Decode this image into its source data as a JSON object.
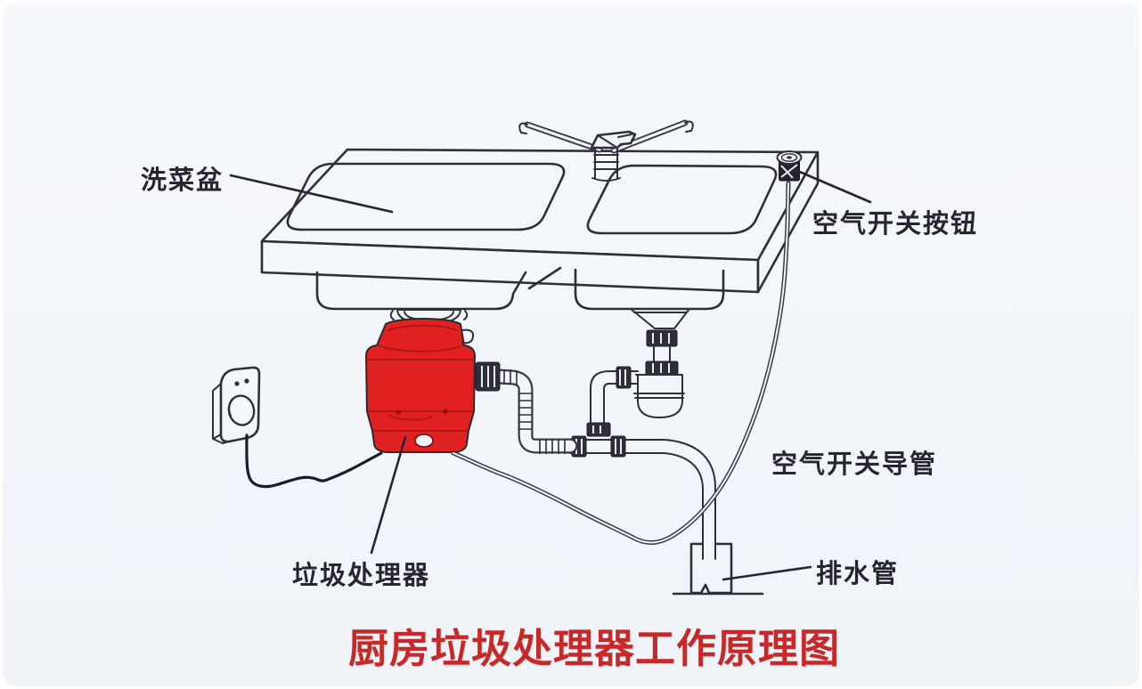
{
  "title": {
    "text": "厨房垃圾处理器工作原理图"
  },
  "labels": {
    "sink_basin": "洗菜盆",
    "air_switch_button": "空气开关按钮",
    "air_switch_conduit": "空气开关导管",
    "drain_pipe": "排水管",
    "garbage_disposer": "垃圾处理器"
  },
  "colors": {
    "background": "#f3f6fa",
    "outline": "#2f2f38",
    "disposer_red": "#e12121",
    "disposer_seam": "#a01414",
    "title_red": "#c92828",
    "label_text": "#26262e",
    "coupling_dark": "#2f2f3a"
  }
}
